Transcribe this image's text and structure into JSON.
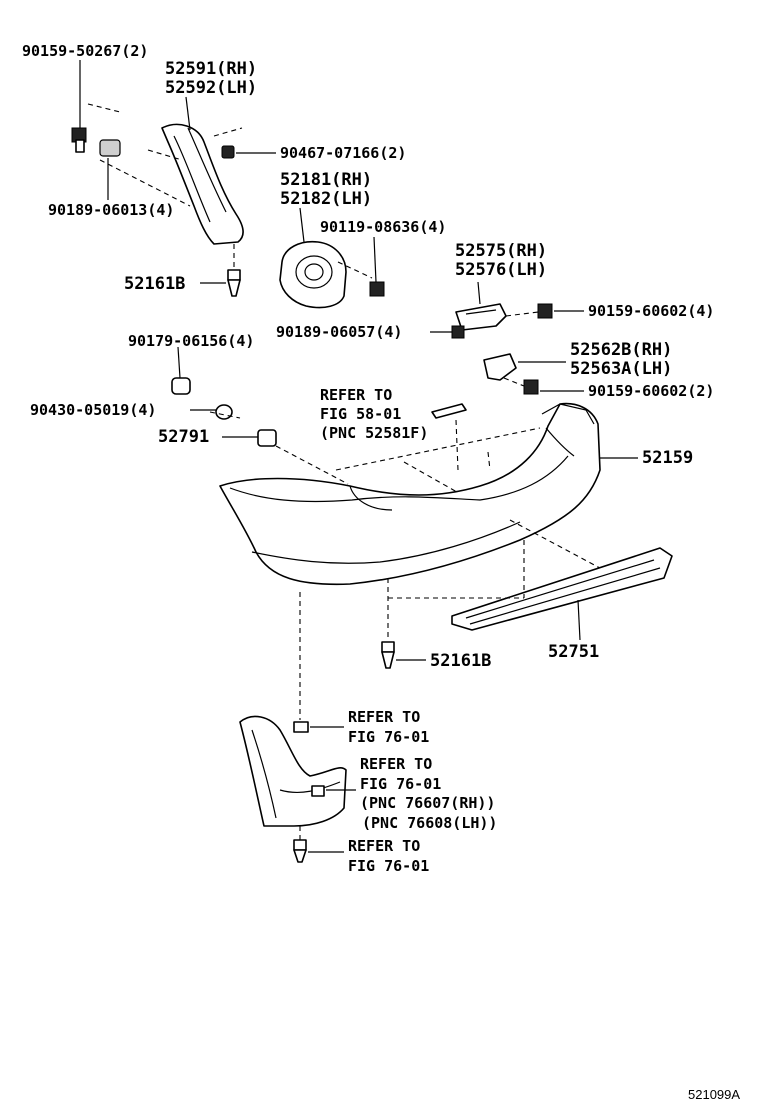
{
  "labels": {
    "bolt_90159_50267": "90159-50267(2)",
    "liner_rh": "52591(RH)",
    "liner_lh": "52592(LH)",
    "clip_90467_07166": "90467-07166(2)",
    "nut_90189_06013": "90189-06013(4)",
    "bracket_rh": "52181(RH)",
    "bracket_lh": "52182(LH)",
    "bolt_90119_08636": "90119-08636(4)",
    "retainer_rh": "52575(RH)",
    "retainer_lh": "52576(LH)",
    "clip_52161b_top": "52161B",
    "bolt_90159_60602_4": "90159-60602(4)",
    "nut_90189_06057": "90189-06057(4)",
    "spacer_rh": "52562B(RH)",
    "spacer_lh": "52563A(LH)",
    "nut_90179_06156": "90179-06156(4)",
    "bolt_90159_60602_2": "90159-60602(2)",
    "washer_90430_05019": "90430-05019(4)",
    "bolt_52791": "52791",
    "bumper_52159": "52159",
    "pad_52751": "52751",
    "clip_52161b_bottom": "52161B",
    "code": "521099A"
  },
  "refer_notes": {
    "fig58_line1": "REFER TO",
    "fig58_line2": "FIG 58-01",
    "fig58_line3": "(PNC 52581F)",
    "fig76a_line1": "REFER TO",
    "fig76a_line2": "FIG 76-01",
    "fig76b_line1": "REFER TO",
    "fig76b_line2": "FIG 76-01",
    "fig76b_line3": "(PNC 76607(RH))",
    "fig76b_line4": "(PNC 76608(LH))",
    "fig76c_line1": "REFER TO",
    "fig76c_line2": "FIG 76-01"
  }
}
